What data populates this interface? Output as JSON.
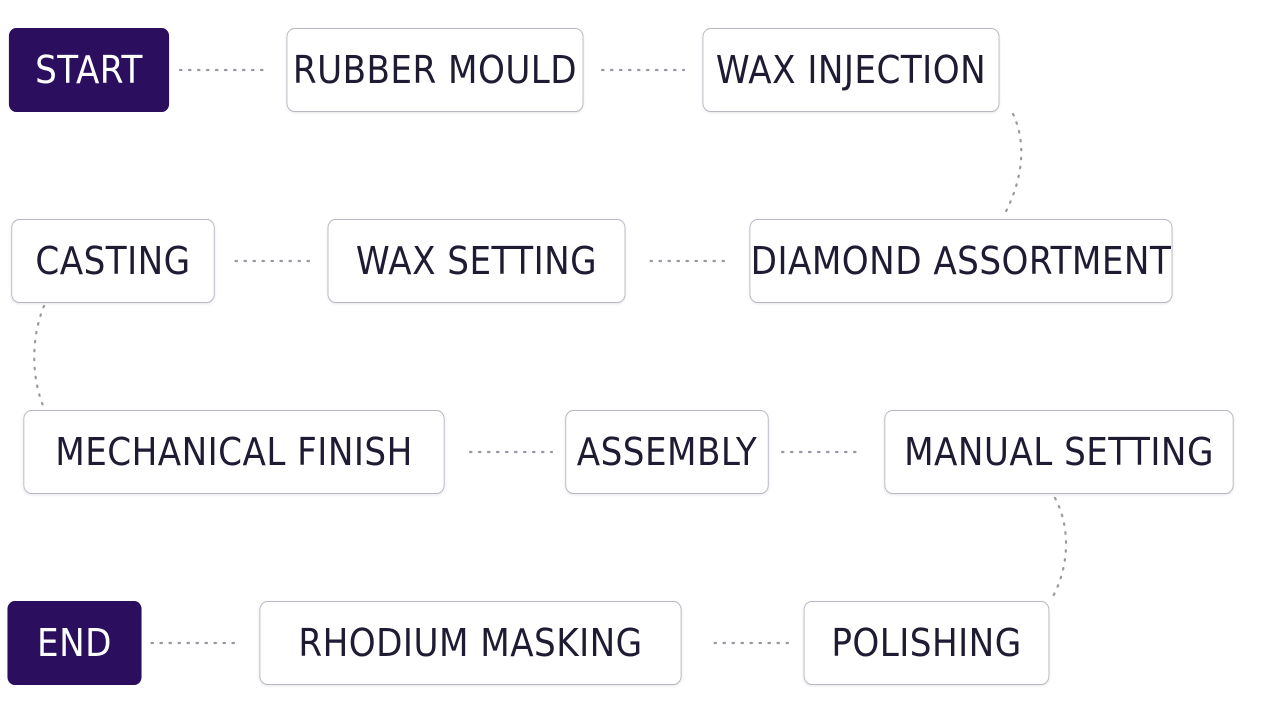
{
  "diagram": {
    "nodes": {
      "start": "START",
      "rubber_mould": "RUBBER MOULD",
      "wax_injection": "WAX INJECTION",
      "diamond_assortment": "DIAMOND ASSORTMENT",
      "wax_setting": "WAX SETTING",
      "casting": "CASTING",
      "mechanical_finish": "MECHANICAL FINISH",
      "assembly": "ASSEMBLY",
      "manual_setting": "MANUAL SETTING",
      "polishing": "POLISHING",
      "rhodium_masking": "RHODIUM MASKING",
      "end": "END"
    },
    "flow": [
      "start",
      "rubber_mould",
      "wax_injection",
      "diamond_assortment",
      "wax_setting",
      "casting",
      "mechanical_finish",
      "assembly",
      "manual_setting",
      "polishing",
      "rhodium_masking",
      "end"
    ],
    "colors": {
      "terminal_fill": "#2b0f5e",
      "step_text": "#1e1b33",
      "step_border": "#b9b7c2",
      "connector": "#9a98a3"
    }
  }
}
